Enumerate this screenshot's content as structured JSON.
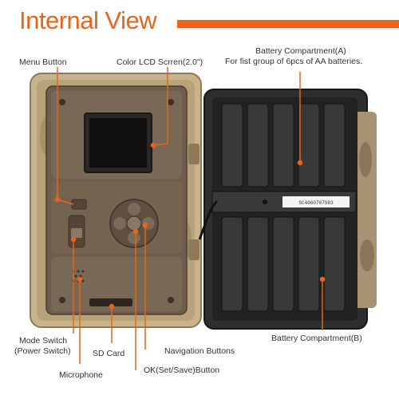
{
  "title": "Internal View",
  "colors": {
    "accent": "#e8641c",
    "pointer": "#e8641c",
    "housing": "#c9b38a",
    "panel": "#6e5d4d",
    "battery_tray": "#2a2a2a"
  },
  "labels": {
    "menu_button": "Menu Button",
    "lcd_screen": "Color LCD Scrren(2.0\")",
    "battery_a_line1": "Battery Compartment(A)",
    "battery_a_line2": "For fist group of 6pcs of AA batteries.",
    "mode_switch_line1": "Mode Switch",
    "mode_switch_line2": "(Power Switch)",
    "sd_card": "SD Card",
    "navigation_buttons": "Navigation Buttons",
    "battery_b": "Battery Compartment(B)",
    "microphone": "Microphone",
    "ok_button": "OK(Set/Save)Button"
  },
  "serial_label": "SC4060707983"
}
